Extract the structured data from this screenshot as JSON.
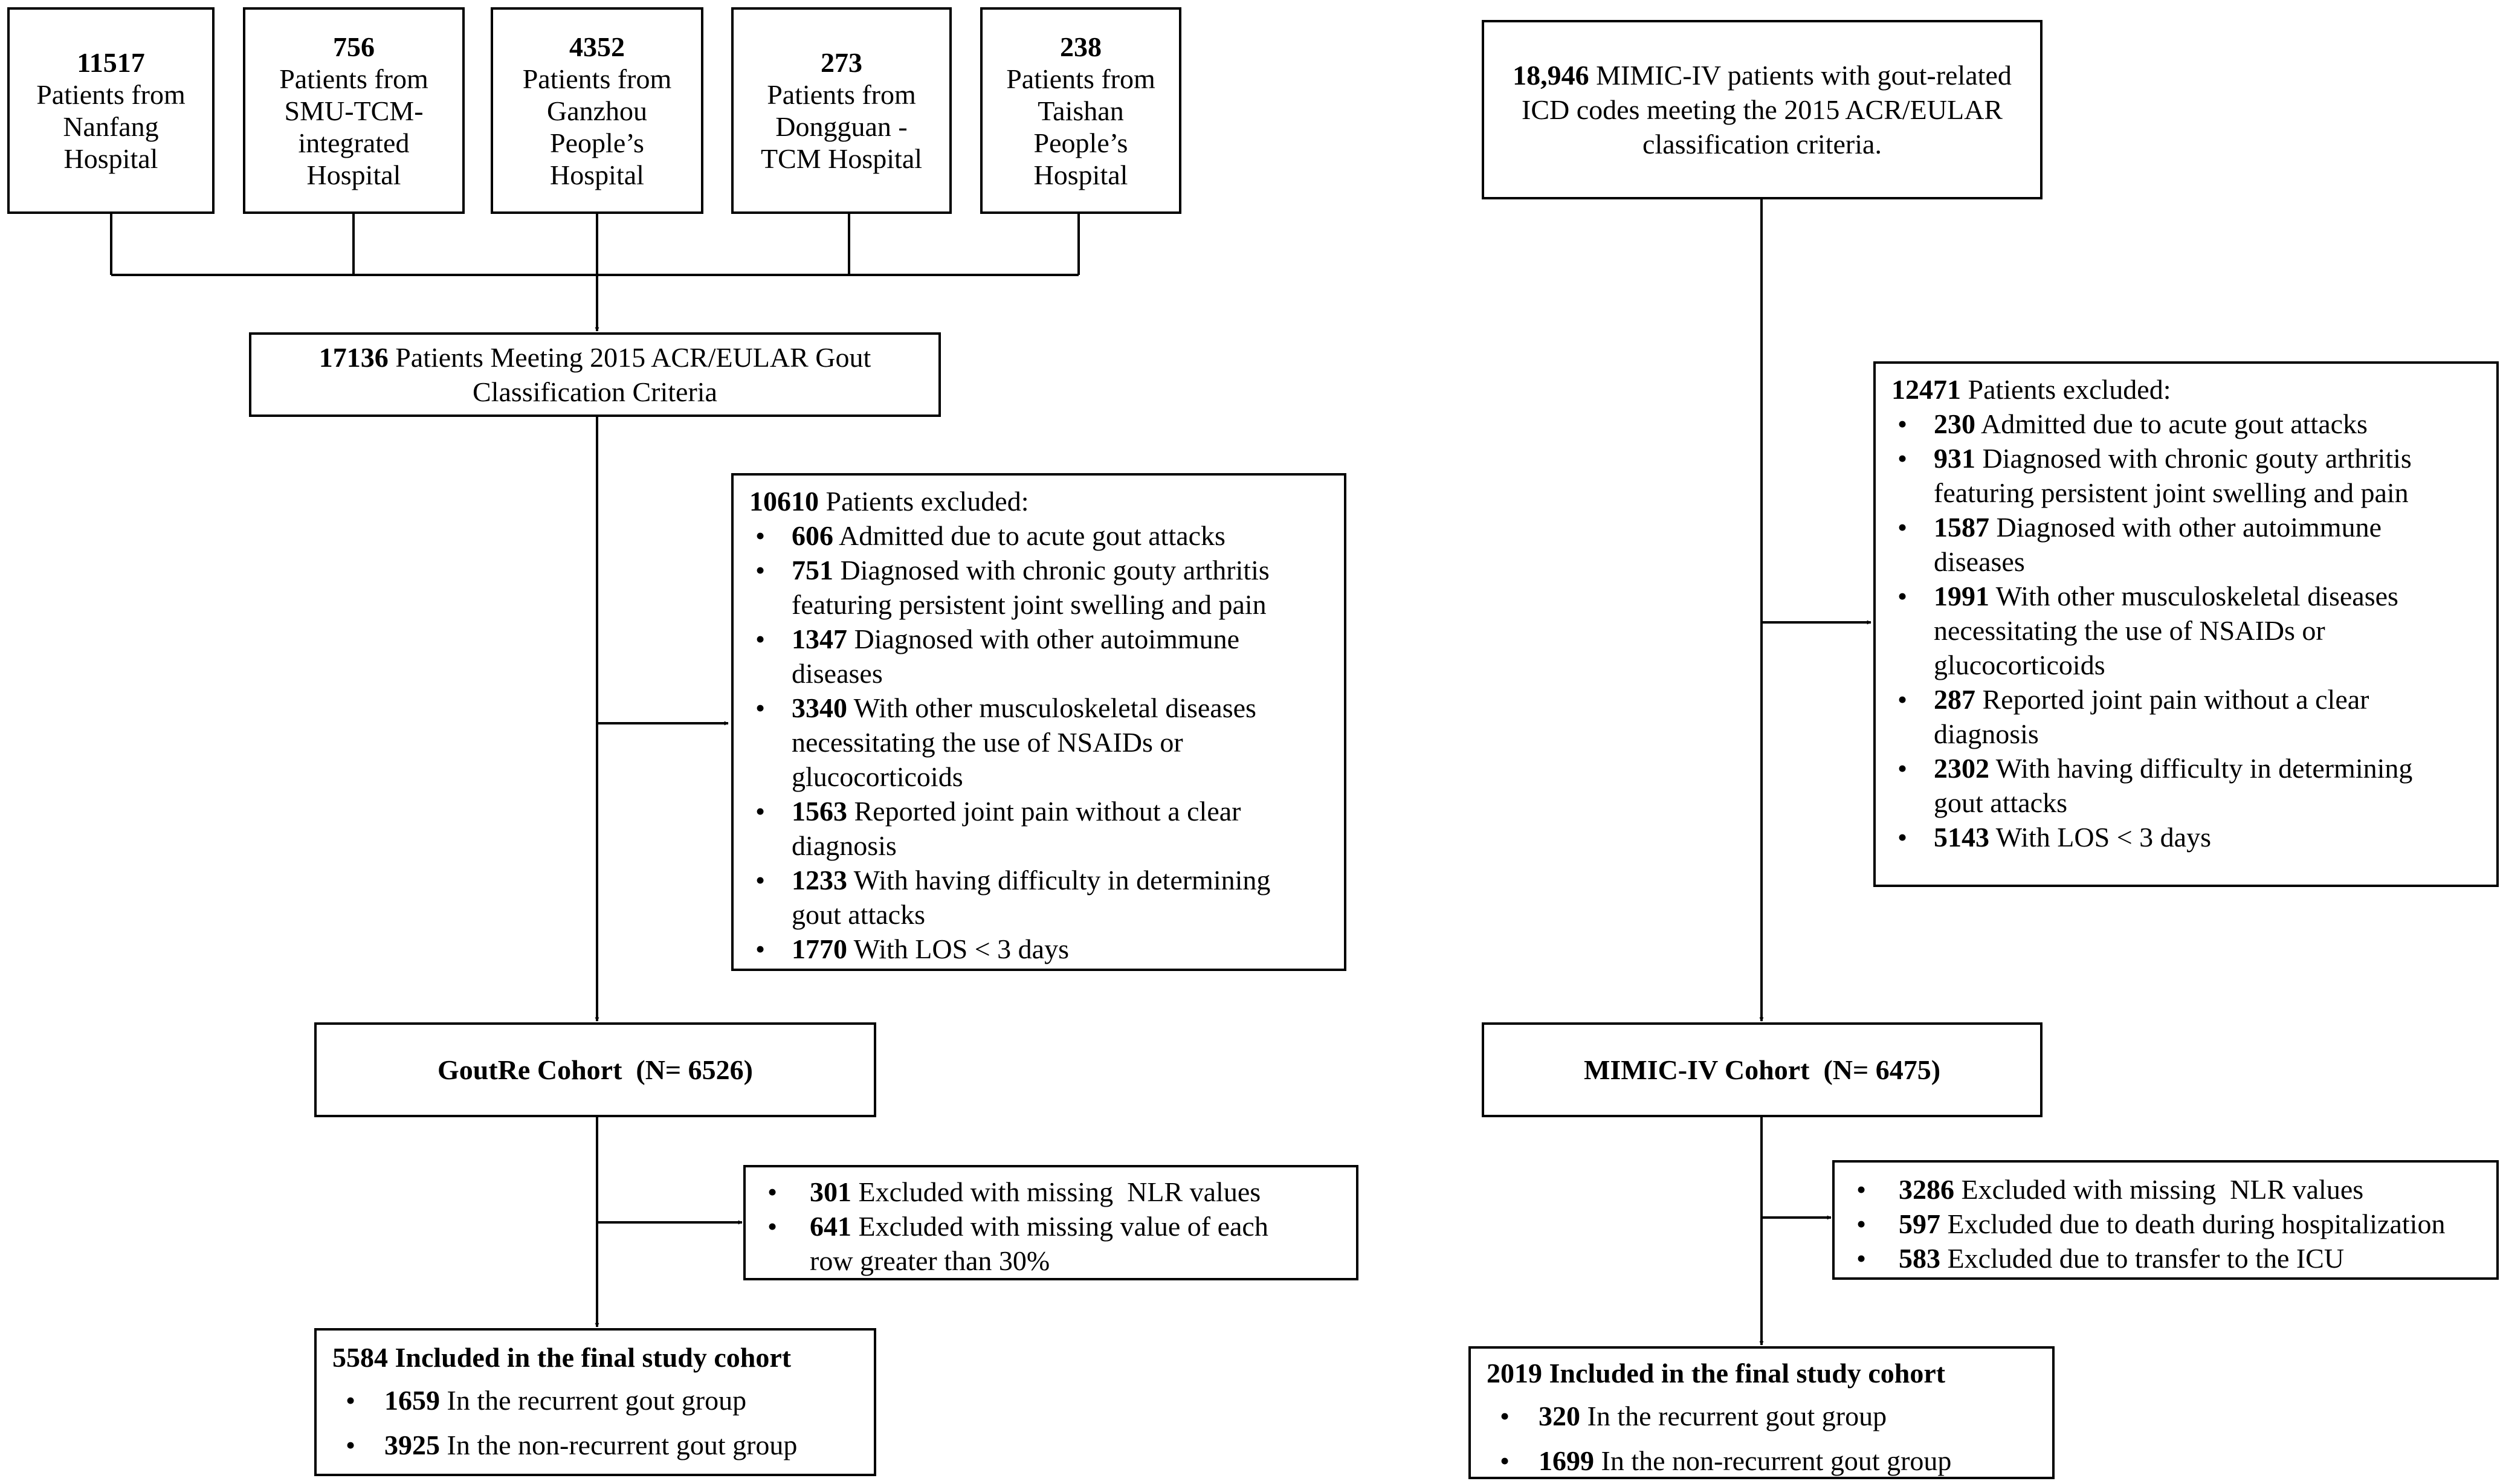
{
  "left": {
    "sources": [
      {
        "count": "11517",
        "text": "Patients from Nanfang Hospital"
      },
      {
        "count": "756",
        "text": "Patients from SMU-TCM-integrated Hospital"
      },
      {
        "count": "4352",
        "text": "Patients from Ganzhou People’s Hospital"
      },
      {
        "count": "273",
        "text": "Patients from Dongguan -TCM Hospital"
      },
      {
        "count": "238",
        "text": "Patients from Taishan People’s Hospital"
      }
    ],
    "criteria": {
      "count": "17136",
      "text": "Patients Meeting 2015 ACR/EULAR Gout Classification Criteria"
    },
    "excluded": {
      "count": "10610",
      "header": "Patients excluded:",
      "items": [
        {
          "count": "606",
          "text": "Admitted due to acute gout attacks"
        },
        {
          "count": "751",
          "text": "Diagnosed with chronic gouty arthritis featuring persistent joint swelling and pain"
        },
        {
          "count": "1347",
          "text": "Diagnosed with other autoimmune diseases"
        },
        {
          "count": "3340",
          "text": "With other musculoskeletal diseases necessitating the use of NSAIDs or glucocorticoids"
        },
        {
          "count": "1563",
          "text": "Reported joint pain without a clear diagnosis"
        },
        {
          "count": "1233",
          "text": "With having difficulty in determining gout attacks"
        },
        {
          "count": "1770",
          "text": "With LOS < 3 days"
        }
      ]
    },
    "cohort": "GoutRe Cohort  (N= 6526)",
    "excluded2": [
      {
        "count": "301",
        "text": "Excluded with missing  NLR values"
      },
      {
        "count": "641",
        "text": "Excluded with missing value of each row greater than 30%"
      }
    ],
    "final": {
      "header": "5584 Included in the final study cohort",
      "items": [
        {
          "count": "1659",
          "text": "In the recurrent gout group"
        },
        {
          "count": "3925",
          "text": "In the non-recurrent gout group"
        }
      ]
    }
  },
  "right": {
    "source": {
      "count": "18,946",
      "text": "MIMIC-IV patients with gout-related ICD codes meeting the 2015 ACR/EULAR classification criteria."
    },
    "excluded": {
      "count": "12471",
      "header": "Patients excluded:",
      "items": [
        {
          "count": "230",
          "text": "Admitted due to acute gout attacks"
        },
        {
          "count": "931",
          "text": "Diagnosed with chronic gouty arthritis featuring persistent joint swelling and pain"
        },
        {
          "count": "1587",
          "text": "Diagnosed with other autoimmune diseases"
        },
        {
          "count": "1991",
          "text": "With other musculoskeletal diseases necessitating the use of NSAIDs or glucocorticoids"
        },
        {
          "count": "287",
          "text": "Reported joint pain without a clear diagnosis"
        },
        {
          "count": "2302",
          "text": "With having difficulty in determining gout attacks"
        },
        {
          "count": "5143",
          "text": "With LOS < 3 days"
        }
      ]
    },
    "cohort": "MIMIC-IV Cohort  (N= 6475)",
    "excluded2": [
      {
        "count": "3286",
        "text": "Excluded with missing  NLR values"
      },
      {
        "count": "597",
        "text": "Excluded due to death during hospitalization"
      },
      {
        "count": "583",
        "text": "Excluded due to transfer to the ICU"
      }
    ],
    "final": {
      "header": "2019 Included in the final study cohort",
      "items": [
        {
          "count": "320",
          "text": "In the recurrent gout group"
        },
        {
          "count": "1699",
          "text": "In the non-recurrent gout group"
        }
      ]
    }
  }
}
